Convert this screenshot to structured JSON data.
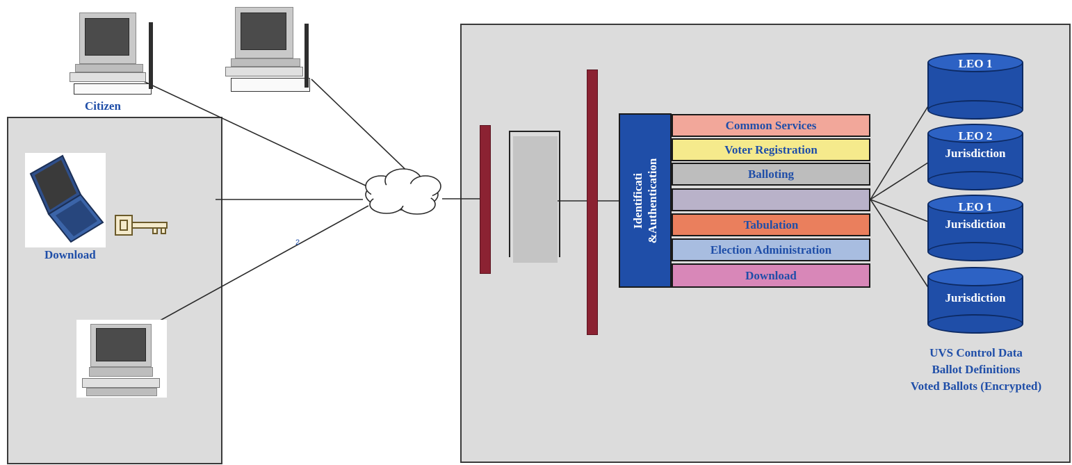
{
  "labels": {
    "citizen": "Citizen",
    "download": "Download"
  },
  "ia_block": {
    "line1": "Identificati",
    "line2": "&Authentication"
  },
  "modules": [
    {
      "label": "Common Services",
      "color": "#f2a79a"
    },
    {
      "label": "Voter Registration",
      "color": "#f5ea8c"
    },
    {
      "label": "Balloting",
      "color": "#bdbdbd"
    },
    {
      "label": "",
      "color": "#b9b2c9"
    },
    {
      "label": "Tabulation",
      "color": "#ea7f5d"
    },
    {
      "label": "Election Administration",
      "color": "#a8bde0"
    },
    {
      "label": "Download",
      "color": "#d887b8"
    }
  ],
  "databases": [
    {
      "line1": "LEO 1",
      "line2": ""
    },
    {
      "line1": "LEO 2",
      "line2": "Jurisdiction"
    },
    {
      "line1": "LEO 1",
      "line2": "Jurisdiction"
    },
    {
      "line1": "",
      "line2": "Jurisdiction"
    }
  ],
  "db_caption": [
    "UVS Control Data",
    "Ballot Definitions",
    "Voted Ballots (Encrypted)"
  ],
  "wire_label": "2",
  "colors": {
    "accent_blue": "#1f4ea8",
    "firewall": "#8b2232",
    "panel": "#dcdcdc"
  }
}
